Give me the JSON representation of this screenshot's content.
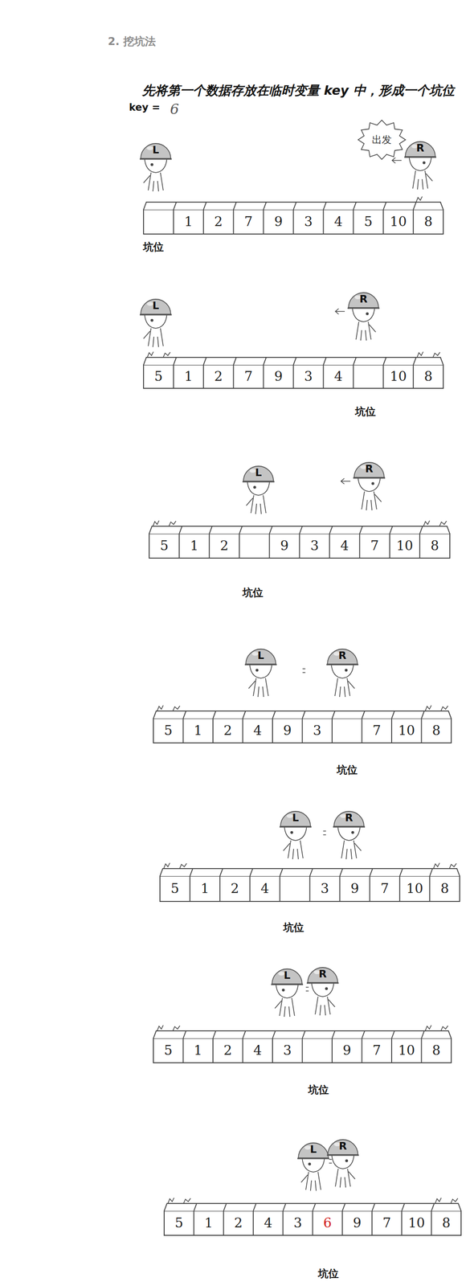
{
  "diagram": {
    "title": "2. 挖坑法",
    "labels": [
      "先将第一个数据存放在临时变量 key 中，形成一个坑位",
      "key =",
      "6",
      "L",
      "R",
      "出发",
      "1",
      "2",
      "7",
      "9",
      "3",
      "4",
      "5",
      "10",
      "8",
      "坑位",
      "L",
      "R",
      "5",
      "1",
      "2",
      "7",
      "9",
      "3",
      "4",
      "10",
      "8",
      "坑位",
      "L",
      "R",
      "5",
      "1",
      "2",
      "9",
      "3",
      "4",
      "7",
      "10",
      "8",
      "坑位",
      "L",
      "R",
      "5",
      "1",
      "2",
      "4",
      "9",
      "3",
      "7",
      "10",
      "8",
      "坑位",
      "L",
      "R",
      "5",
      "1",
      "2",
      "4",
      "3",
      "9",
      "7",
      "10",
      "8",
      "坑位",
      "L",
      "R",
      "5",
      "1",
      "2",
      "4",
      "3",
      "9",
      "7",
      "10",
      "8",
      "坑位",
      "L",
      "R",
      "5",
      "1",
      "2",
      "4",
      "3",
      "6",
      "9",
      "7",
      "10",
      "8",
      "坑位"
    ]
  }
}
